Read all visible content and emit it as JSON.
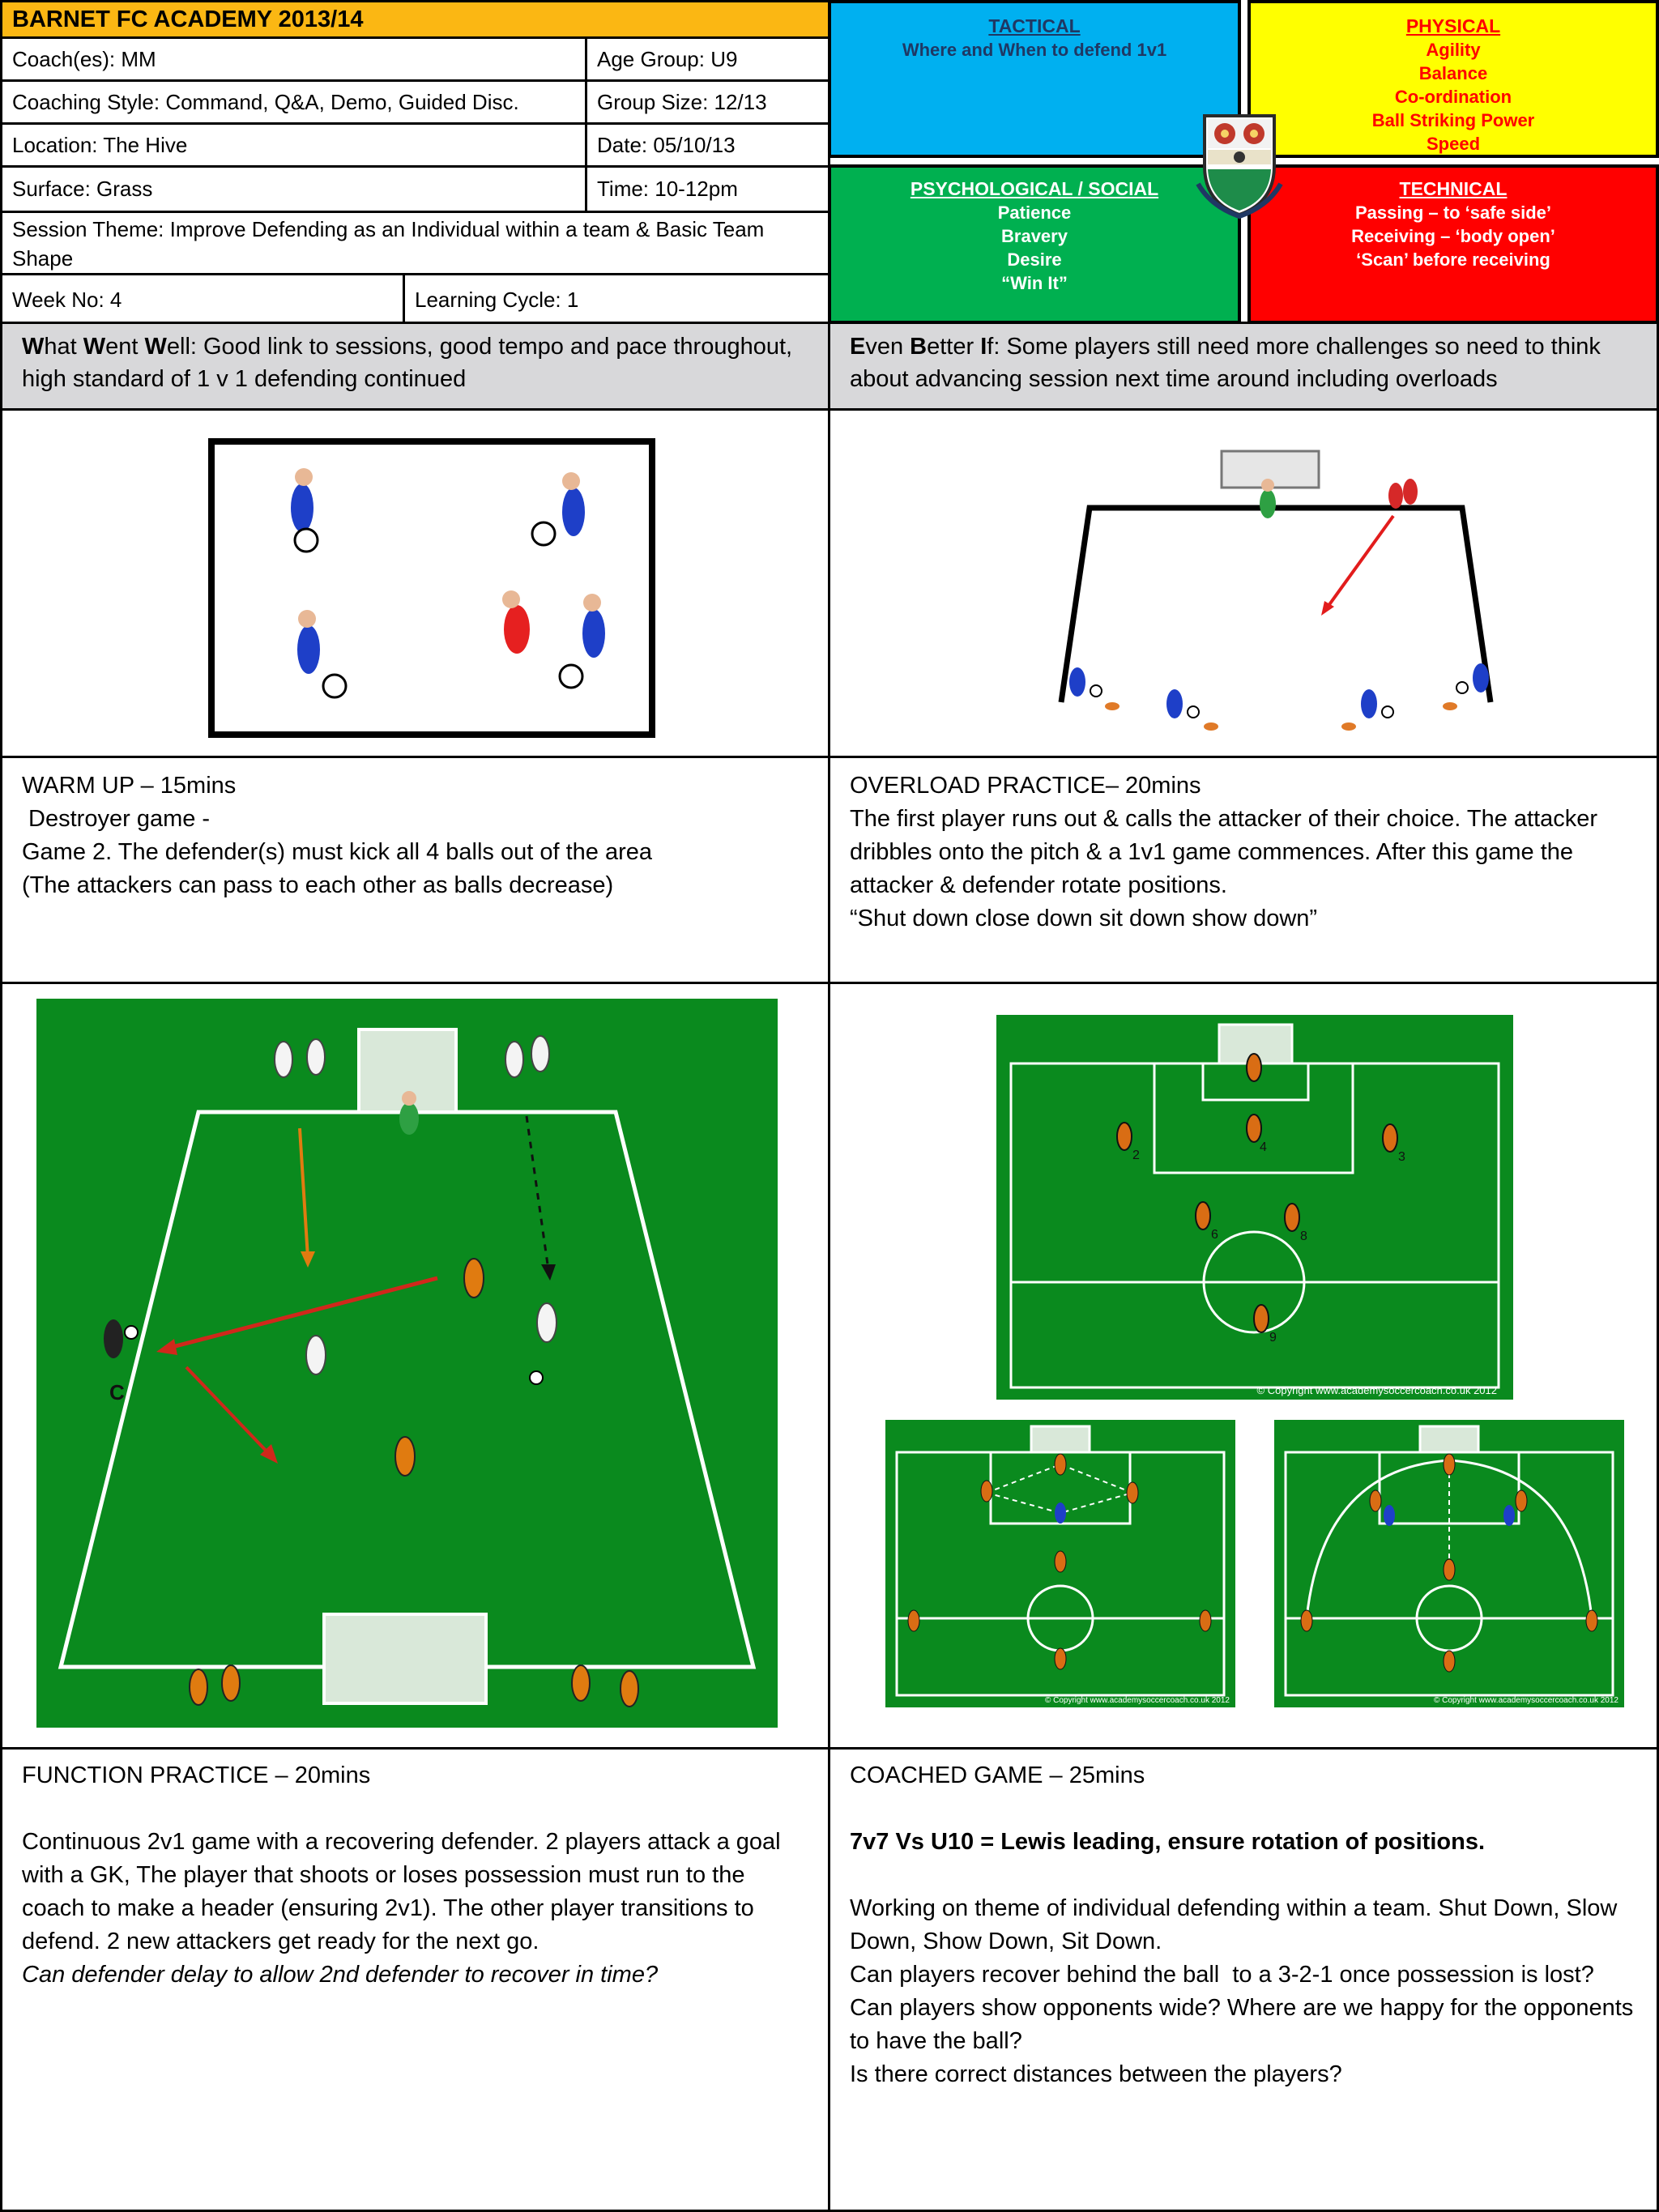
{
  "header": {
    "title": "BARNET FC ACADEMY 2013/14",
    "coach": "Coach(es): MM",
    "age_group": "Age Group: U9",
    "coaching_style": "Coaching Style: Command, Q&A, Demo, Guided Disc.",
    "group_size": "Group Size: 12/13",
    "location": "Location: The Hive",
    "date": "Date: 05/10/13",
    "surface": "Surface: Grass",
    "time": "Time: 10-12pm",
    "session_theme": "Session Theme: Improve Defending as an Individual within a team & Basic Team Shape",
    "week_no": "Week No: 4",
    "learning_cycle": "Learning Cycle: 1"
  },
  "corners": {
    "tactical": {
      "title": "TACTICAL",
      "lines": [
        "Where and When to defend 1v1"
      ],
      "bg": "#00b0f0",
      "fg": "#1f3864"
    },
    "physical": {
      "title": "PHYSICAL",
      "lines": [
        "Agility",
        "Balance",
        "Co-ordination",
        "Ball Striking Power",
        "Speed"
      ],
      "bg": "#ffff00",
      "fg": "#ff0000"
    },
    "psychological": {
      "title": "PSYCHOLOGICAL / SOCIAL",
      "lines": [
        "Patience",
        "Bravery",
        "Desire",
        "“Win It”"
      ],
      "bg": "#00b050",
      "fg": "#ffffff"
    },
    "technical": {
      "title": "TECHNICAL",
      "lines": [
        "Passing – to ‘safe side’",
        "Receiving – ‘body open’",
        "‘Scan’ before receiving"
      ],
      "bg": "#ff0000",
      "fg": "#ffffff"
    }
  },
  "review": {
    "www_w1": "W",
    "www_r1": "hat ",
    "www_w2": "W",
    "www_r2": "ent ",
    "www_w3": "W",
    "www_r3": "ell",
    "www_text": ": Good link to sessions, good tempo and pace throughout, high standard of 1 v 1 defending continued",
    "ebi_e": "E",
    "ebi_r1": "ven ",
    "ebi_b": "B",
    "ebi_r2": "etter ",
    "ebi_i": "I",
    "ebi_r3": "f",
    "ebi_text": ": Some players still need more challenges so need to think about advancing session next time around including overloads"
  },
  "warm_up": {
    "heading": "WARM UP – 15mins",
    "lines": [
      " Destroyer game -",
      "Game 2. The defender(s) must kick all 4 balls out of the area",
      "(The attackers can pass to each other as balls decrease)"
    ]
  },
  "overload": {
    "heading": "OVERLOAD PRACTICE– 20mins",
    "body": "The first player runs out & calls the attacker of their choice. The attacker dribbles onto the pitch & a 1v1 game commences. After this game the attacker & defender rotate positions.",
    "quote": "“Shut down close down sit down show down”"
  },
  "function": {
    "heading": "FUNCTION PRACTICE – 20mins",
    "body": "Continuous 2v1 game with a recovering defender. 2 players attack a goal with a GK, The player that shoots or loses possession must run to the coach to make a header (ensuring 2v1). The other player transitions to defend. 2 new attackers get ready for the next go.",
    "question": "Can defender delay to allow 2nd defender to recover in time?"
  },
  "coached": {
    "heading": "COACHED GAME – 25mins",
    "bold_line": "7v7 Vs U10 = Lewis leading, ensure rotation of positions.",
    "body": "Working on theme of individual defending within a team. Shut Down, Slow Down, Show Down, Sit Down.",
    "questions": [
      "Can players recover behind the ball  to a 3-2-1 once possession is lost?",
      "Can players show opponents wide? Where are we happy for the opponents to have the ball?",
      "Is there correct distances between the players?"
    ]
  },
  "diagram_labels": {
    "coach_marker": "C",
    "copyright": "© Copyright www.academysoccercoach.co.uk 2012",
    "numbers": [
      "2",
      "4",
      "3",
      "6",
      "8",
      "9"
    ]
  }
}
